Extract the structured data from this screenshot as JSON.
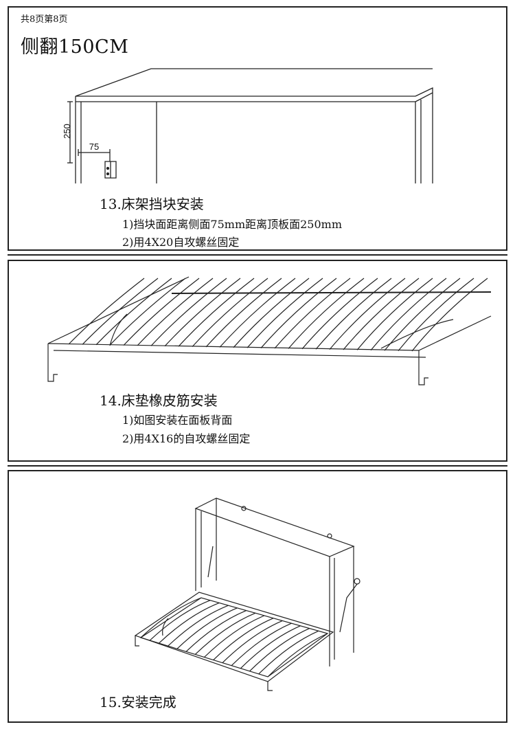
{
  "page_info": "共8页第8页",
  "title": "侧翻150CM",
  "steps": [
    {
      "title": "13.床架挡块安装",
      "lines": [
        "1)挡块面距离侧面75mm距离顶板面250mm",
        "2)用4X20自攻螺丝固定"
      ],
      "dimensions": {
        "vertical": "250",
        "horizontal": "75"
      }
    },
    {
      "title": "14.床垫橡皮筋安装",
      "lines": [
        "1)如图安装在面板背面",
        "2)用4X16的自攻螺丝固定"
      ]
    },
    {
      "title": "15.安装完成",
      "lines": []
    }
  ]
}
